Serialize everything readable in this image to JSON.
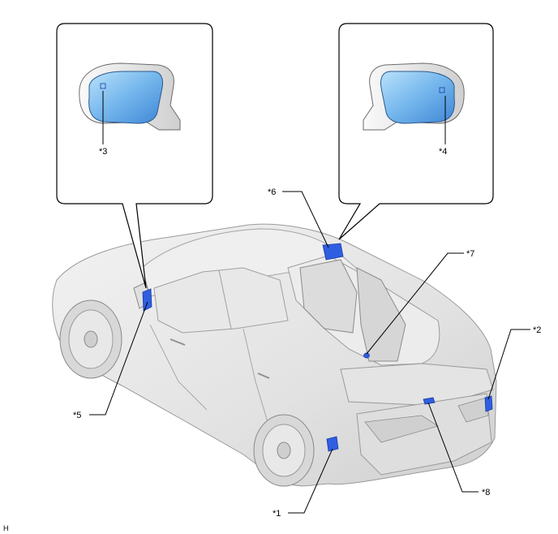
{
  "labels": {
    "l1": "*1",
    "l2": "*2",
    "l3": "*3",
    "l4": "*4",
    "l5": "*5",
    "l6": "*6",
    "l7": "*7",
    "l8": "*8"
  },
  "corner_code": "H",
  "colors": {
    "component_blue": "#2f5ee0",
    "mirror_glass": "#7fc0ee",
    "body_gray": "#e6e6e6",
    "outline": "#000000"
  }
}
